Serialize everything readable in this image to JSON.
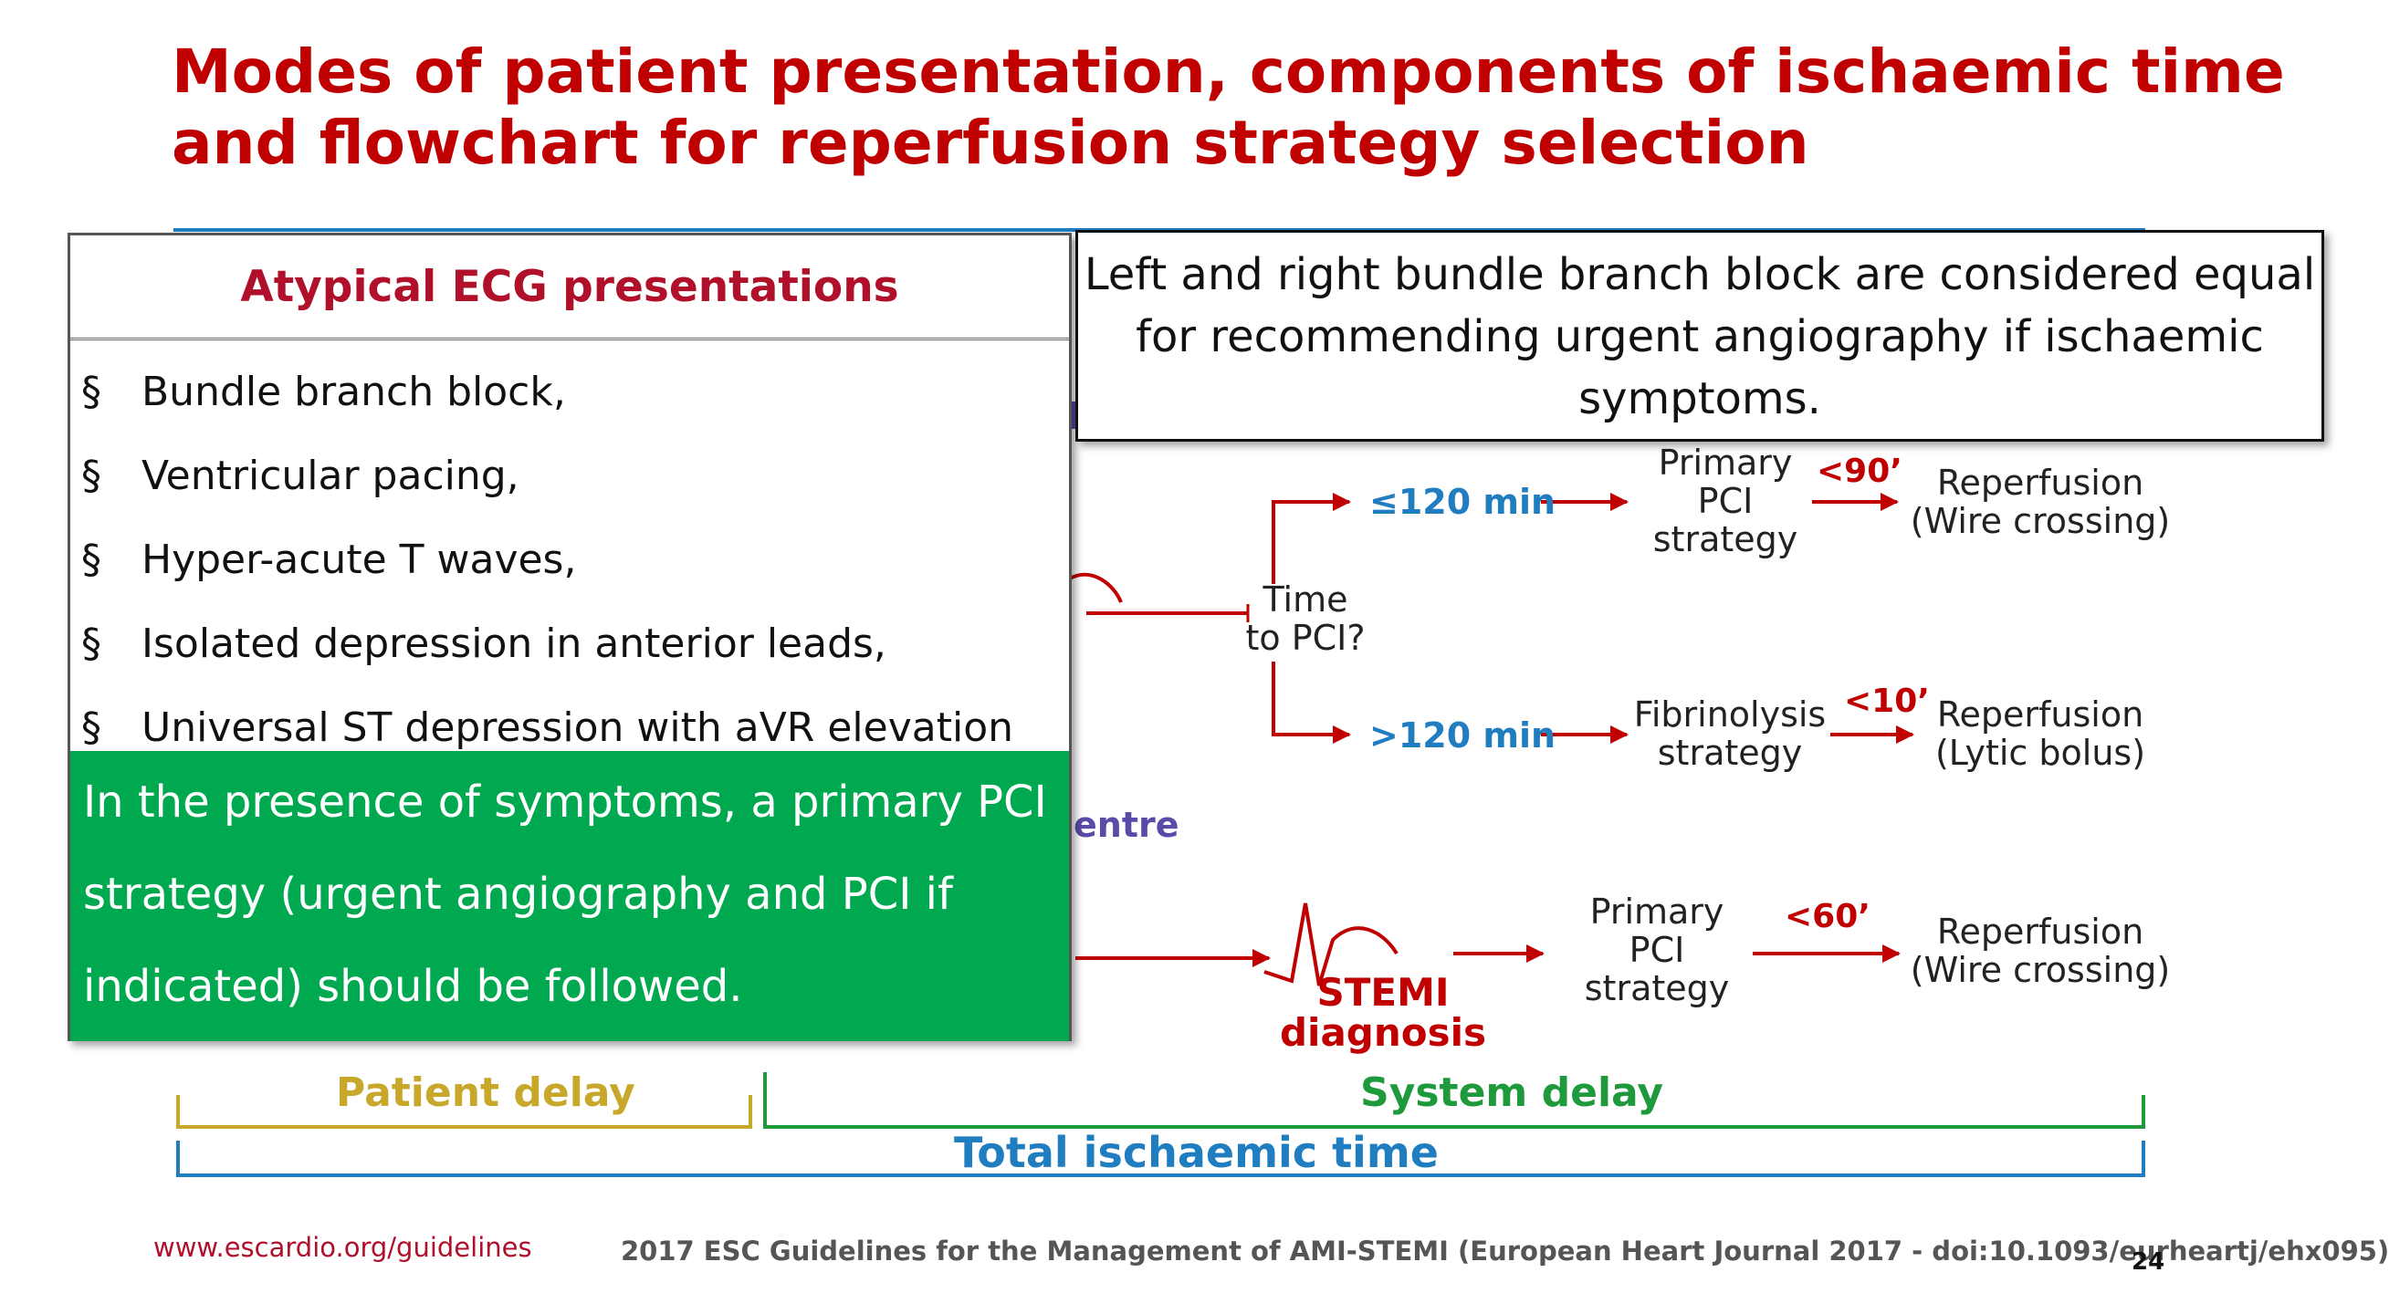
{
  "title": {
    "line1": "Modes of patient presentation, components of ischaemic time",
    "line2": "and flowchart for reperfusion strategy selection"
  },
  "atypical_box": {
    "heading": "Atypical ECG presentations",
    "bullet_symbol": "§",
    "items": [
      "Bundle branch block,",
      "Ventricular pacing,",
      "Hyper-acute T waves,",
      "Isolated depression in anterior leads,",
      "Universal ST depression with aVR elevation"
    ],
    "green_lines": [
      "In the presence of symptoms, a primary PCI",
      "strategy (urgent angiography and PCI if",
      "indicated) should be followed."
    ]
  },
  "bbb_box": {
    "lines": [
      "Left and right bundle branch block are considered equal",
      "for recommending urgent angiography if ischaemic",
      "symptoms."
    ]
  },
  "flow": {
    "time_to_pci": [
      "Time",
      "to PCI?"
    ],
    "le120": "≤120 min",
    "gt120": ">120 min",
    "pci_strategy_top": [
      "Primary",
      "PCI",
      "strategy"
    ],
    "fib_strategy": [
      "Fibrinolysis",
      "strategy"
    ],
    "pci_strategy_bottom": [
      "Primary",
      "PCI",
      "strategy"
    ],
    "t90": "<90’",
    "t10": "<10’",
    "t60": "<60’",
    "reperf_wire_top": [
      "Reperfusion",
      "(Wire crossing)"
    ],
    "reperf_lytic": [
      "Reperfusion",
      "(Lytic bolus)"
    ],
    "reperf_wire_bottom": [
      "Reperfusion",
      "(Wire crossing)"
    ],
    "stemi": [
      "STEMI",
      "diagnosis"
    ],
    "partial_entre": "entre"
  },
  "timeline": {
    "patient_delay": "Patient delay",
    "system_delay": "System delay",
    "total": "Total ischaemic time"
  },
  "footer": {
    "url": "www.escardio.org/guidelines",
    "citation": "2017 ESC Guidelines for the Management of AMI-STEMI (European Heart Journal 2017 - doi:10.1093/eurheartj/ehx095)",
    "page": "24"
  },
  "colors": {
    "title_red": "#c00000",
    "arrow_red": "#c00000",
    "time_blue": "#1f7dc0",
    "box_green": "#00a94f",
    "patient_olive": "#c8a82a",
    "system_green": "#1e9a3c"
  }
}
